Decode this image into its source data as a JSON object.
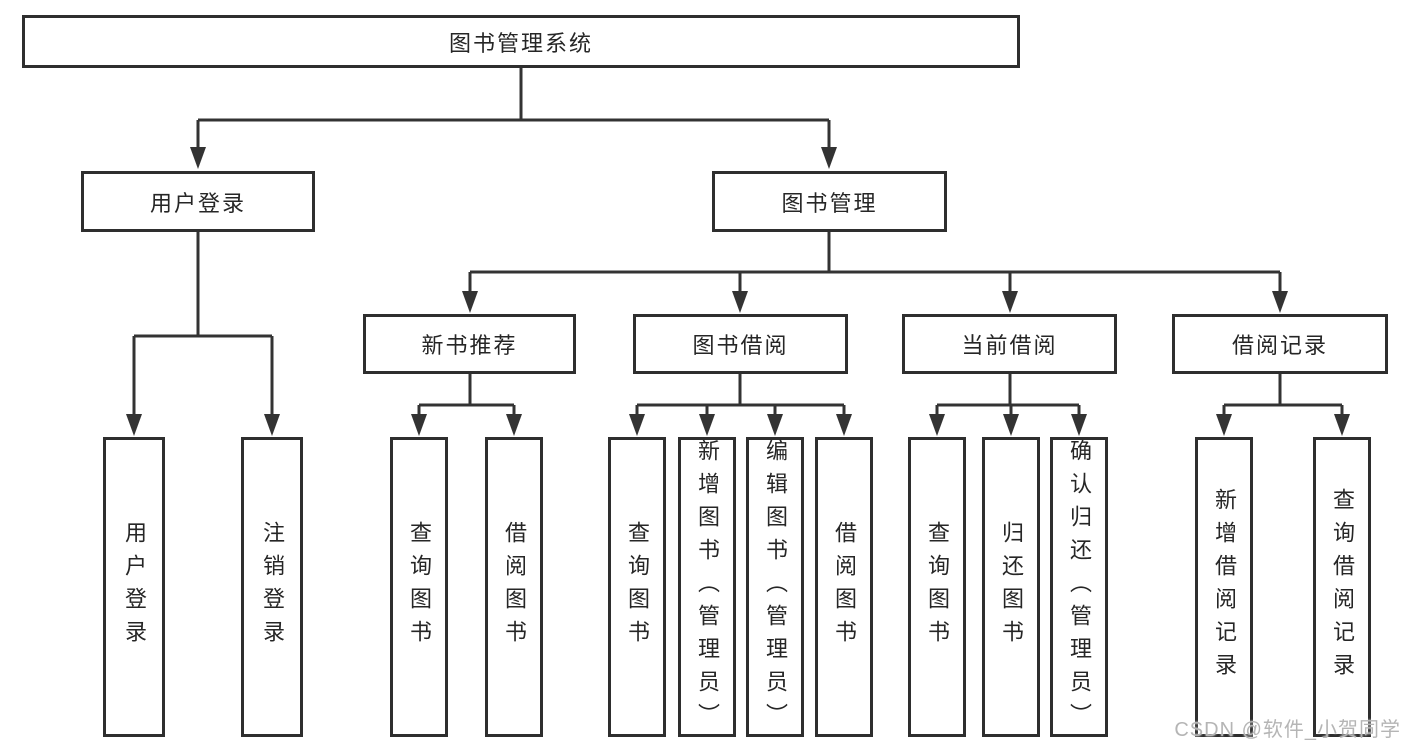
{
  "colors": {
    "background": "#ffffff",
    "box_border": "#2e2e2e",
    "connector_line": "#333333",
    "text": "#262626",
    "watermark_text": "#b5b5b5"
  },
  "tree": {
    "root": {
      "label": "图书管理系统"
    },
    "branches": [
      {
        "label": "用户登录",
        "children": [
          {
            "label": "用户登录"
          },
          {
            "label": "注销登录"
          }
        ]
      },
      {
        "label": "图书管理",
        "children": [
          {
            "label": "新书推荐",
            "children": [
              {
                "label": "查询图书"
              },
              {
                "label": "借阅图书"
              }
            ]
          },
          {
            "label": "图书借阅",
            "children": [
              {
                "label": "查询图书"
              },
              {
                "label": "新增图书（管理员）"
              },
              {
                "label": "编辑图书（管理员）"
              },
              {
                "label": "借阅图书"
              }
            ]
          },
          {
            "label": "当前借阅",
            "children": [
              {
                "label": "查询图书"
              },
              {
                "label": "归还图书"
              },
              {
                "label": "确认归还（管理员）"
              }
            ]
          },
          {
            "label": "借阅记录",
            "children": [
              {
                "label": "新增借阅记录"
              },
              {
                "label": "查询借阅记录"
              }
            ]
          }
        ]
      }
    ]
  },
  "watermark": {
    "text": "CSDN @软件_小贺同学"
  }
}
